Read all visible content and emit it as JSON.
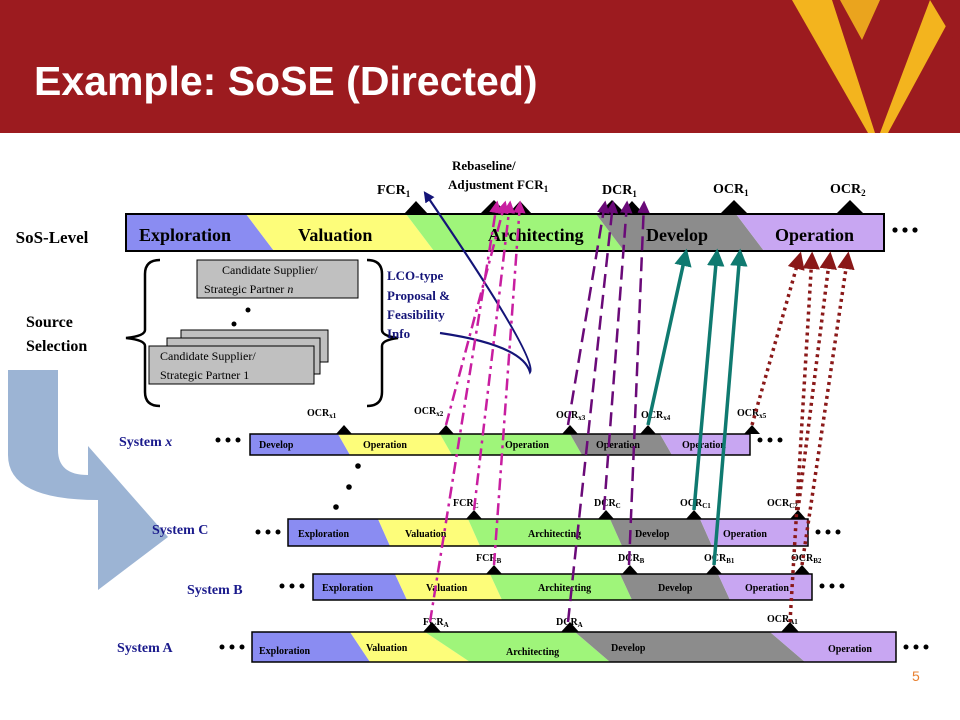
{
  "slide": {
    "title": "Example:  SoSE (Directed)",
    "slide_number": "5"
  },
  "colors": {
    "header_red": "#9c1b1f",
    "logo_gold": "#f3b41e",
    "exploration_blue": "#8a8cf2",
    "valuation_yellow": "#fdfd7a",
    "architecting_green": "#9ff57a",
    "develop_gray": "#8c8c8c",
    "operation_purple": "#c8a6f2",
    "arrow_magenta": "#c81ea0",
    "arrow_purple": "#6a0a78",
    "arrow_teal": "#0f7a70",
    "arrow_darkred": "#8a1818",
    "arrow_navy": "#141478",
    "source_arrow_blue": "#9cb4d4"
  },
  "sos": {
    "label": "SoS-Level",
    "phases": [
      "Exploration",
      "Valuation",
      "Architecting",
      "Develop",
      "Operation"
    ],
    "milestones": {
      "fcr": "FCR",
      "fcr_sub": "1",
      "rebaseline_line1": "Rebaseline/",
      "rebaseline_line2": "Adjustment FCR",
      "rebaseline_sub": "1",
      "dcr": "DCR",
      "dcr_sub": "1",
      "ocr1": "OCR",
      "ocr1_sub": "1",
      "ocr2": "OCR",
      "ocr2_sub": "2"
    }
  },
  "source_selection": {
    "label_line1": "Source",
    "label_line2": "Selection",
    "candidate_n_line1": "Candidate Supplier/",
    "candidate_n_line2": "Strategic Partner ",
    "candidate_n_italic": "n",
    "candidate_1_line1": "Candidate Supplier/",
    "candidate_1_line2": "Strategic Partner 1",
    "lco_lines": [
      "LCO-type",
      "Proposal &",
      "Feasibility",
      "Info"
    ]
  },
  "system_x": {
    "label": "System ",
    "label_italic": "x",
    "phases": [
      "Develop",
      "Operation",
      "Operation",
      "Operation",
      "Operation"
    ],
    "milestones": [
      {
        "main": "OCR",
        "sub": "x1"
      },
      {
        "main": "OCR",
        "sub": "x2"
      },
      {
        "main": "OCR",
        "sub": "x3"
      },
      {
        "main": "OCR",
        "sub": "x4"
      },
      {
        "main": "OCR",
        "sub": "x5"
      }
    ]
  },
  "system_c": {
    "label": "System C",
    "phases": [
      "Exploration",
      "Valuation",
      "Architecting",
      "Develop",
      "Operation"
    ],
    "milestones": [
      {
        "main": "FCR",
        "sub": "C"
      },
      {
        "main": "DCR",
        "sub": "C"
      },
      {
        "main": "OCR",
        "sub": "C1"
      },
      {
        "main": "OCR",
        "sub": "C2"
      }
    ]
  },
  "system_b": {
    "label": "System B",
    "phases": [
      "Exploration",
      "Valuation",
      "Architecting",
      "Develop",
      "Operation"
    ],
    "milestones": [
      {
        "main": "FCR",
        "sub": "B"
      },
      {
        "main": "DCR",
        "sub": "B"
      },
      {
        "main": "OCR",
        "sub": "B1"
      },
      {
        "main": "OCR",
        "sub": "B2"
      }
    ]
  },
  "system_a": {
    "label": "System A",
    "phases": [
      "Exploration",
      "Valuation",
      "Architecting",
      "Develop",
      "Operation"
    ],
    "milestones": [
      {
        "main": "FCR",
        "sub": "A"
      },
      {
        "main": "DCR",
        "sub": "A"
      },
      {
        "main": "OCR",
        "sub": "A1"
      }
    ]
  }
}
